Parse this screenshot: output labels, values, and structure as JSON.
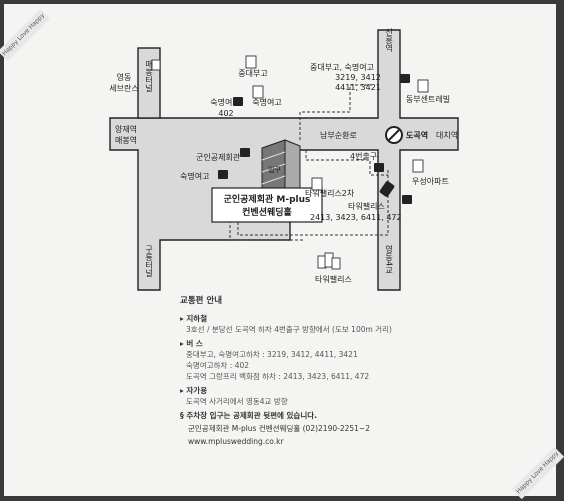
{
  "map": {
    "places": {
      "youngdong_severance": [
        "영동",
        "세브란스"
      ],
      "maebong_road": "매봉터널",
      "daehi_tower": "중대부고",
      "sookmyung_girls": "숙명여고",
      "bus_402": "402",
      "top_bus_label": [
        "중대부고, 숙명여고",
        "3219, 3412",
        "4411, 3421"
      ],
      "seonreung_station": "선릉역",
      "dongbu_central": "동부센트레빌",
      "yangjae_station": [
        "양재역",
        "매봉역"
      ],
      "nambu_loop": "남부순환로",
      "dogok_station": "도곡역",
      "daechi_station": "대치역",
      "gongje_hall": "군인공제회관",
      "sookmyung_bus": "숙명여고",
      "exit4": "4번출구",
      "tower_palace2": "타워팰리스2차",
      "woosung_apt": "우성아파트",
      "tower_palace": "타워팰리스",
      "bus_numbers": "2413, 3423, 6411, 472",
      "venue_name": [
        "군인공제회관 M-plus",
        "컨벤션웨딩홀"
      ],
      "gubon_tunnel": "구룡터널",
      "tower_palace_bottom": "타워팰리스",
      "yeongdong_bridge": "영동4교",
      "entrance": "입구"
    }
  },
  "legend": {
    "title": "교통편 안내",
    "subway_title": "지하철",
    "subway_desc": "3호선 / 분당선 도곡역 하차 4번출구 방향에서 (도보 100m 거리)",
    "bus_title": "버  스",
    "bus1": "중대부고, 숙명여고하차 : 3219, 3412, 4411, 3421",
    "bus2": "숙명여고하차 : 402",
    "bus3": "도곡역 그랑프리 백화점 하차 : 2413, 3423, 6411, 472",
    "car_title": "자가용",
    "car_desc": "도곡역 사거리에서 영동4교 방향",
    "parking_note": "주차장 입구는 공제회관 뒷편에 있습니다.",
    "contact_line": "군인공제회관 M-plus 컨벤션웨딩홀 (02)2190-2251~2",
    "website": "www.mpluswedding.co.kr"
  },
  "corners": {
    "top_left": "Happy Love Happy",
    "bottom_right": "Happy Love Happy"
  }
}
